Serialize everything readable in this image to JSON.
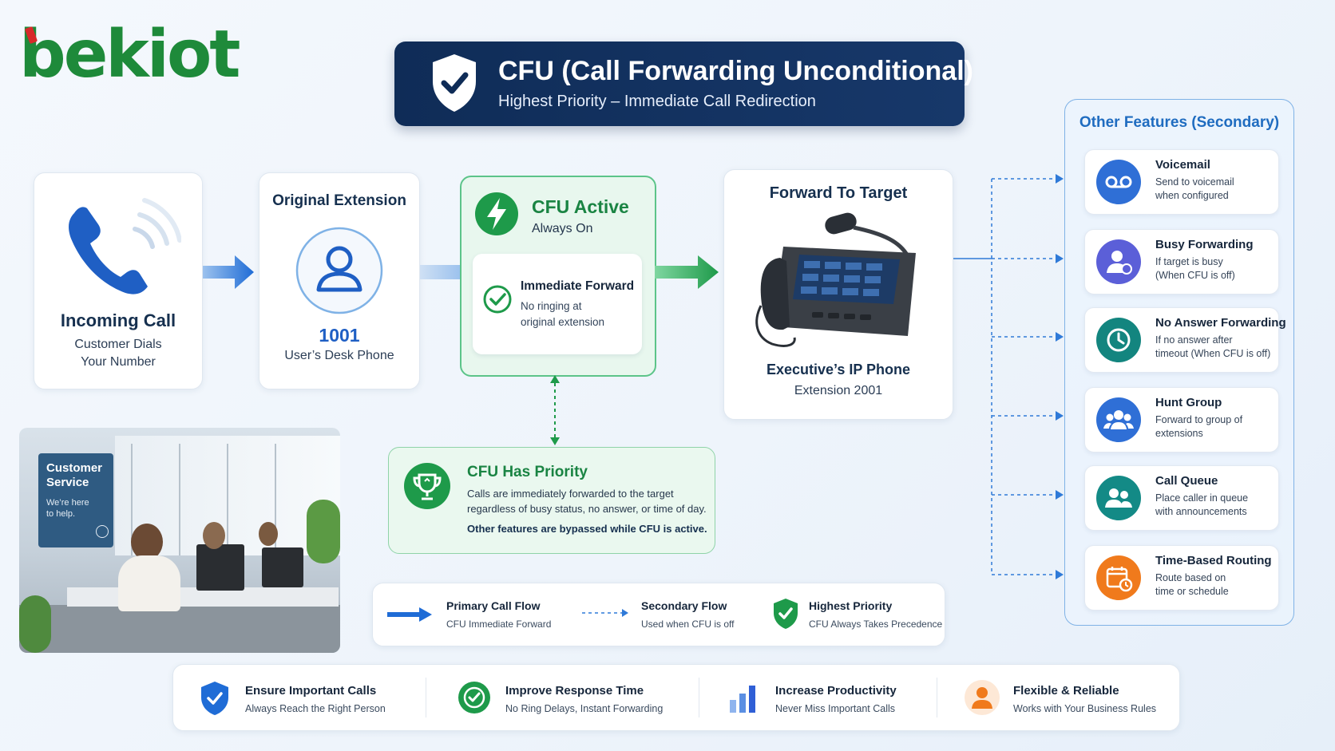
{
  "brand": {
    "logo_text": "bekiot"
  },
  "header": {
    "title": "CFU (Call Forwarding Unconditional)",
    "subtitle": "Highest Priority – Immediate Call Redirection"
  },
  "flow": {
    "incoming": {
      "title": "Incoming Call",
      "line1": "Customer Dials",
      "line2": "Your Number"
    },
    "original": {
      "title": "Original Extension",
      "number": "1001",
      "desc": "User’s Desk Phone"
    },
    "cfu_active": {
      "title": "CFU Active",
      "subtitle": "Always On",
      "inner_title": "Immediate Forward",
      "inner_line1": "No ringing at",
      "inner_line2": "original extension"
    },
    "target": {
      "title": "Forward To Target",
      "device": "Executive’s IP Phone",
      "extension": "Extension 2001"
    }
  },
  "priority": {
    "title": "CFU Has Priority",
    "line1": "Calls are immediately forwarded to the target",
    "line2": "regardless of busy status, no answer, or time of day.",
    "line3": "Other features are bypassed while CFU is active."
  },
  "photo": {
    "sign_line1": "Customer",
    "sign_line2": "Service",
    "sign_line3": "We’re here",
    "sign_line4": "to help."
  },
  "secondary": {
    "title": "Other Features (Secondary)",
    "items": [
      {
        "title": "Voicemail",
        "line1": "Send to voicemail",
        "line2": "when configured",
        "icon": "voicemail-icon",
        "color": "#2f6fd6"
      },
      {
        "title": "Busy Forwarding",
        "line1": "If target is busy",
        "line2": "(When CFU is off)",
        "icon": "busy-user-icon",
        "color": "#5b5fd8"
      },
      {
        "title": "No Answer Forwarding",
        "line1": "If no answer after",
        "line2": "timeout (When CFU is off)",
        "icon": "clock-icon",
        "color": "#13857f"
      },
      {
        "title": "Hunt Group",
        "line1": "Forward to group of",
        "line2": "extensions",
        "icon": "group-icon",
        "color": "#2f6fd6"
      },
      {
        "title": "Call Queue",
        "line1": "Place caller in queue",
        "line2": "with announcements",
        "icon": "queue-icon",
        "color": "#138a86"
      },
      {
        "title": "Time-Based Routing",
        "line1": "Route based on",
        "line2": "time or schedule",
        "icon": "calendar-clock-icon",
        "color": "#f07a1c"
      }
    ]
  },
  "legend": {
    "primary": {
      "title": "Primary Call Flow",
      "desc": "CFU Immediate Forward"
    },
    "secondary": {
      "title": "Secondary Flow",
      "desc": "Used when CFU is off"
    },
    "highest": {
      "title": "Highest Priority",
      "desc": "CFU Always Takes Precedence"
    }
  },
  "benefits": [
    {
      "title": "Ensure Important Calls",
      "desc": "Always Reach the Right Person",
      "icon": "shield-check-icon"
    },
    {
      "title": "Improve Response Time",
      "desc": "No Ring Delays, Instant Forwarding",
      "icon": "check-circle-icon"
    },
    {
      "title": "Increase Productivity",
      "desc": "Never Miss Important Calls",
      "icon": "bar-chart-icon"
    },
    {
      "title": "Flexible & Reliable",
      "desc": "Works with Your Business Rules",
      "icon": "person-icon"
    }
  ],
  "colors": {
    "navy": "#0f2c57",
    "blue": "#1f6cc0",
    "green": "#1e9a4a",
    "orange": "#f07a1c"
  }
}
